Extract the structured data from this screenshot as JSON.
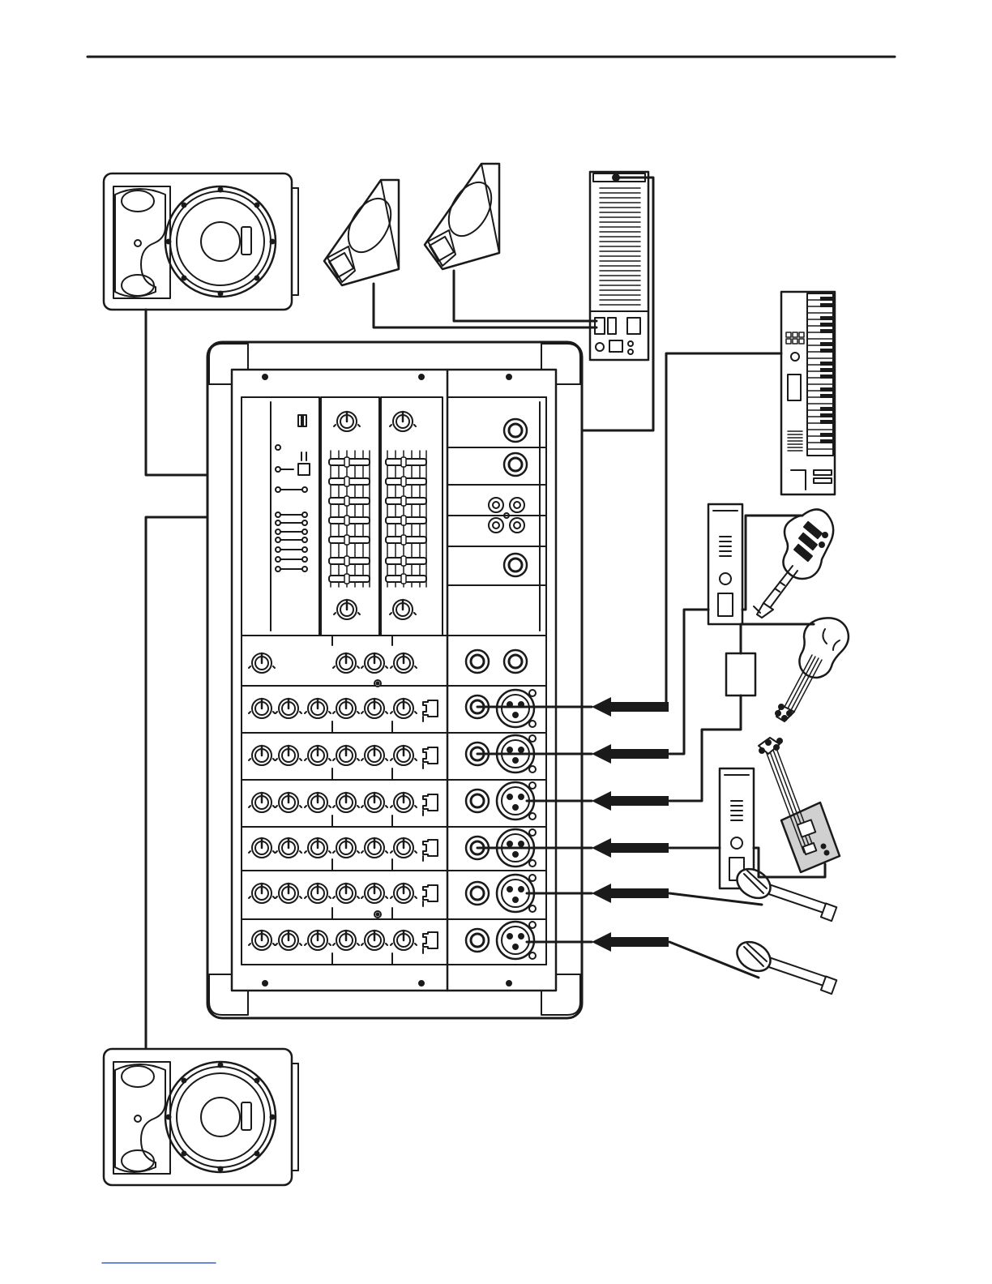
{
  "diagram": {
    "kind": "mixer-connection-setup",
    "devices": [
      {
        "id": "main-speaker-left",
        "type": "speaker-cabinet"
      },
      {
        "id": "main-speaker-right",
        "type": "speaker-cabinet"
      },
      {
        "id": "stage-monitor-1",
        "type": "floor-wedge-monitor"
      },
      {
        "id": "stage-monitor-2",
        "type": "floor-wedge-monitor"
      },
      {
        "id": "monitor-power-amplifier",
        "type": "power-amplifier"
      },
      {
        "id": "powered-mixer",
        "type": "mixer",
        "input_channels": 6
      },
      {
        "id": "keyboard",
        "type": "keyboard-synth"
      },
      {
        "id": "guitar-amp-head",
        "type": "amplifier-head"
      },
      {
        "id": "electric-guitar",
        "type": "electric-guitar"
      },
      {
        "id": "di-box",
        "type": "direct-box"
      },
      {
        "id": "bass-guitar",
        "type": "bass-guitar"
      },
      {
        "id": "bass-amp-head",
        "type": "amplifier-head"
      },
      {
        "id": "steel-guitar",
        "type": "lap-steel-guitar"
      },
      {
        "id": "microphone-1",
        "type": "microphone"
      },
      {
        "id": "microphone-2",
        "type": "microphone"
      }
    ],
    "connections": [
      {
        "from": "powered-mixer",
        "to": "main-speaker-left"
      },
      {
        "from": "powered-mixer",
        "to": "main-speaker-right"
      },
      {
        "from": "powered-mixer",
        "to": "monitor-power-amplifier"
      },
      {
        "from": "monitor-power-amplifier",
        "to": "stage-monitor-1"
      },
      {
        "from": "monitor-power-amplifier",
        "to": "stage-monitor-2"
      },
      {
        "from": "keyboard",
        "to": "powered-mixer",
        "channel": 1
      },
      {
        "from": "electric-guitar",
        "to": "guitar-amp-head"
      },
      {
        "from": "guitar-amp-head",
        "to": "powered-mixer",
        "channel": 2
      },
      {
        "from": "bass-guitar",
        "to": "di-box"
      },
      {
        "from": "di-box",
        "to": "powered-mixer",
        "channel": 3
      },
      {
        "from": "steel-guitar",
        "to": "bass-amp-head"
      },
      {
        "from": "bass-amp-head",
        "to": "powered-mixer",
        "channel": 4
      },
      {
        "from": "microphone-1",
        "to": "powered-mixer",
        "channel": 5
      },
      {
        "from": "microphone-2",
        "to": "powered-mixer",
        "channel": 6
      }
    ]
  },
  "colors": {
    "ink": "#1a1a1a",
    "panel": "#ffffff",
    "steel_plate": "#d0d0d0",
    "footer_rule": "#3a5fcd"
  }
}
